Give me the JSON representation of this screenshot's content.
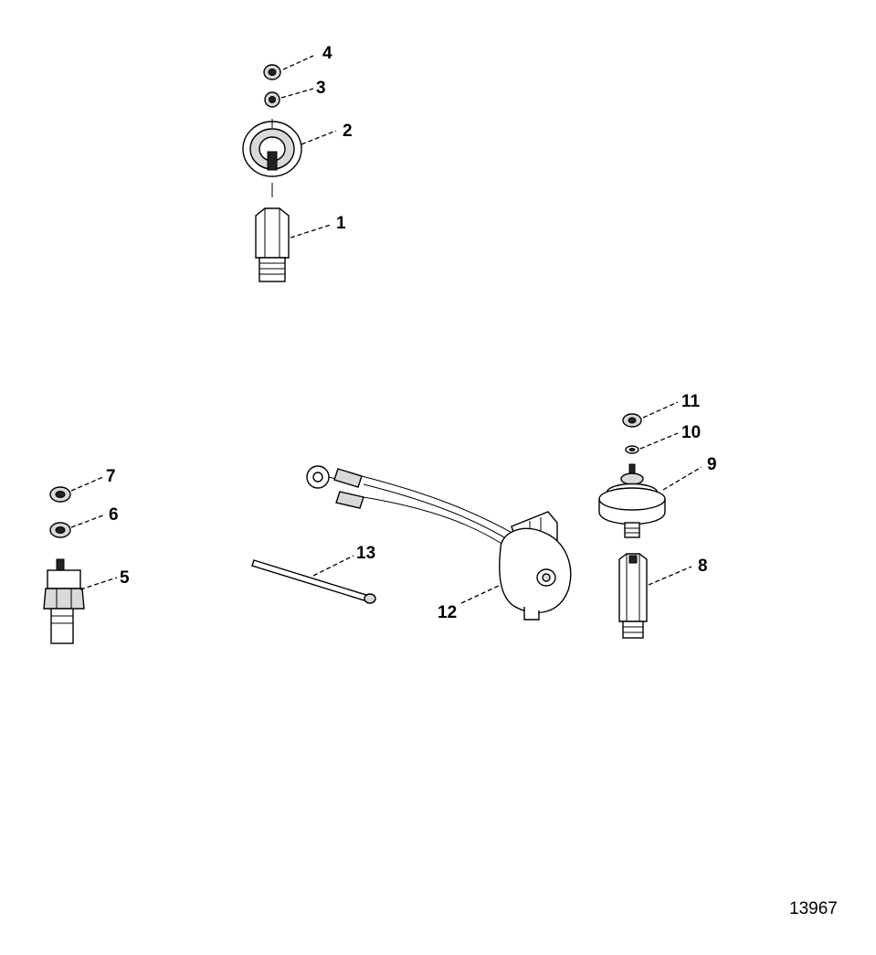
{
  "figure_number": "13967",
  "callouts": [
    "1",
    "2",
    "3",
    "4",
    "5",
    "6",
    "7",
    "8",
    "9",
    "10",
    "11",
    "12",
    "13"
  ]
}
